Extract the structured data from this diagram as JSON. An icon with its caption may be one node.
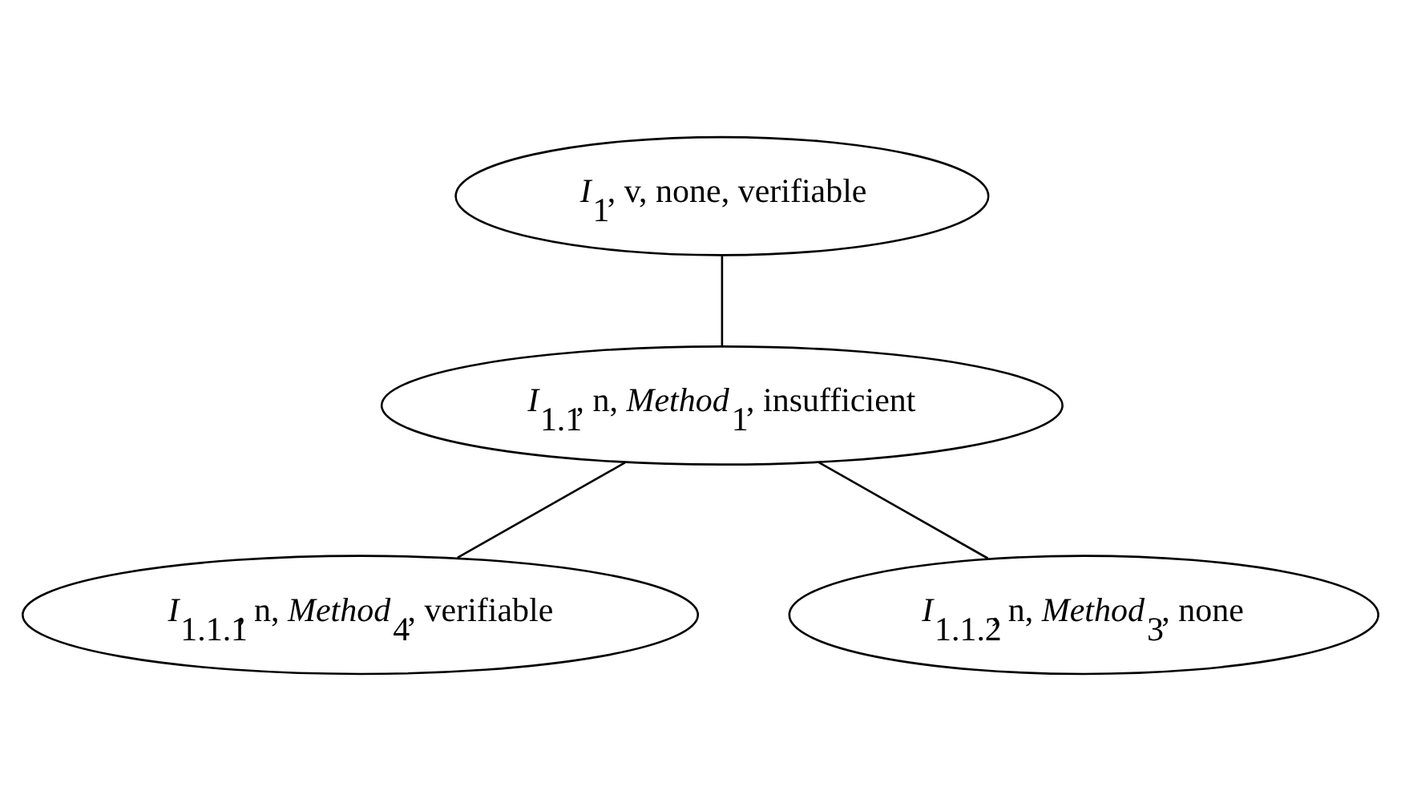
{
  "diagram": {
    "nodes": [
      {
        "text": [
          "*I*$_{1}$, v, none, verifiable"
        ]
      },
      {
        "text": [
          "*I*$_{1.1}$, n, *Method*$_{1}$, insufficient"
        ]
      },
      {
        "text": [
          "*I*$_{1.1.1}$, n, *Method*$_{4}$, verifiable"
        ]
      },
      {
        "text": [
          "*I*$_{1.1.2}$, n, *Method*$_{3}$, none"
        ]
      }
    ],
    "edges": [
      {
        "from": 0,
        "to": 1,
        "arrow": "none"
      },
      {
        "from": 1,
        "to": 2,
        "arrow": "none"
      },
      {
        "from": 1,
        "to": 3,
        "arrow": "none"
      }
    ]
  }
}
